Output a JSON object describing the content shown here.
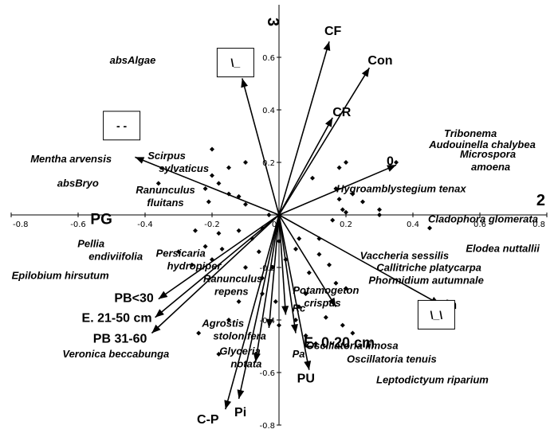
{
  "chart_data": {
    "type": "scatter",
    "title": "",
    "xlabel": "2",
    "ylabel": "3",
    "xlim": [
      -0.8,
      0.8
    ],
    "ylim": [
      -0.8,
      0.8
    ],
    "x_ticks": [
      "-0.8",
      "-0.6",
      "-0.4",
      "-0.2",
      "0",
      "0.2",
      "0.4",
      "0.6",
      "0.8"
    ],
    "y_ticks": [
      "-0.8",
      "-0.6",
      "-0.4",
      "-0.2",
      "0.2",
      "0.4",
      "0.6"
    ],
    "axis_label_x": "2",
    "axis_label_y": "3",
    "vectors": [
      {
        "label": "CF",
        "x": 0.15,
        "y": 0.66
      },
      {
        "label": "Con",
        "x": 0.27,
        "y": 0.56
      },
      {
        "label": "CR",
        "x": 0.16,
        "y": 0.37
      },
      {
        "label": "0",
        "x": 0.35,
        "y": 0.19
      },
      {
        "label": "Min",
        "x": 0.48,
        "y": -0.34
      },
      {
        "label": "E. 0-20 cm",
        "x": 0.05,
        "y": -0.45
      },
      {
        "label": "PU",
        "x": 0.09,
        "y": -0.59
      },
      {
        "label": "Pi",
        "x": -0.12,
        "y": -0.7
      },
      {
        "label": "C-P",
        "x": -0.16,
        "y": -0.74
      },
      {
        "label": "PB<30",
        "x": -0.36,
        "y": -0.32
      },
      {
        "label": "E. 21-50 cm",
        "x": -0.37,
        "y": -0.39
      },
      {
        "label": "PB 31-60",
        "x": -0.38,
        "y": -0.45
      },
      {
        "label": "PG",
        "x": -0.43,
        "y": 0.22
      },
      {
        "label": "",
        "x": -0.11,
        "y": 0.52
      },
      {
        "label": "",
        "x": 0.17,
        "y": -0.35
      },
      {
        "label": "",
        "x": 0.02,
        "y": -0.38
      },
      {
        "label": "",
        "x": -0.03,
        "y": -0.43
      },
      {
        "label": "",
        "x": -0.07,
        "y": -0.56
      }
    ],
    "species": [
      {
        "label": "absAlgae",
        "x": -0.32,
        "y": 0.54
      },
      {
        "label": "Tribonema",
        "x": 0.55,
        "y": 0.26
      },
      {
        "label": "Audouinella chalybea",
        "x": 0.46,
        "y": 0.23
      },
      {
        "label": "Microspora amoena",
        "x": 0.55,
        "y": 0.2
      },
      {
        "label": "Mentha arvensis",
        "x": -0.49,
        "y": 0.2
      },
      {
        "label": "Scirpus sylvaticus",
        "x": -0.34,
        "y": 0.17
      },
      {
        "label": "absBryo",
        "x": -0.51,
        "y": 0.12
      },
      {
        "label": "Hygroamblystegium tenax",
        "x": 0.3,
        "y": 0.02
      },
      {
        "label": "Cladophora glomerata",
        "x": 0.45,
        "y": -0.01
      },
      {
        "label": "Ranunculus fluitans",
        "x": -0.28,
        "y": 0.04
      },
      {
        "label": "Pellia endiviifolia",
        "x": -0.44,
        "y": -0.05
      },
      {
        "label": "Elodea nuttallii",
        "x": 0.62,
        "y": -0.08
      },
      {
        "label": "Persicaria hydropiper",
        "x": -0.32,
        "y": -0.11
      },
      {
        "label": "Vaccheria sessilis",
        "x": 0.38,
        "y": -0.15
      },
      {
        "label": "Callitriche platycarpa",
        "x": 0.42,
        "y": -0.19
      },
      {
        "label": "Epilobium hirsutum",
        "x": -0.47,
        "y": -0.22
      },
      {
        "label": "Phormidium autumnale",
        "x": 0.42,
        "y": -0.22
      },
      {
        "label": "Ranunculus repens",
        "x": -0.15,
        "y": -0.28
      },
      {
        "label": "Potamogeton crispus",
        "x": 0.27,
        "y": -0.33
      },
      {
        "label": "Rc",
        "x": 0.03,
        "y": -0.35
      },
      {
        "label": "Agrostis stolonifera",
        "x": -0.13,
        "y": -0.39
      },
      {
        "label": "Oscillatoria limosa",
        "x": 0.2,
        "y": -0.48
      },
      {
        "label": "Pa",
        "x": 0.03,
        "y": -0.53
      },
      {
        "label": "Veronica beccabunga",
        "x": -0.28,
        "y": -0.5
      },
      {
        "label": "Glyceria notata",
        "x": -0.03,
        "y": -0.55
      },
      {
        "label": "Oscillatoria tenuis",
        "x": 0.35,
        "y": -0.52
      },
      {
        "label": "Leptodictyum riparium",
        "x": 0.3,
        "y": -0.61
      }
    ],
    "points": [
      [
        -0.2,
        0.25
      ],
      [
        -0.15,
        0.18
      ],
      [
        -0.1,
        0.2
      ],
      [
        -0.2,
        0.15
      ],
      [
        -0.18,
        0.12
      ],
      [
        -0.22,
        0.1
      ],
      [
        -0.21,
        0.05
      ],
      [
        -0.15,
        0.08
      ],
      [
        -0.12,
        0.07
      ],
      [
        -0.1,
        0.04
      ],
      [
        0.18,
        0.18
      ],
      [
        0.2,
        0.2
      ],
      [
        0.17,
        0.1
      ],
      [
        0.18,
        0.06
      ],
      [
        0.22,
        0.08
      ],
      [
        0.25,
        0.05
      ],
      [
        0.19,
        0.02
      ],
      [
        0.35,
        0.2
      ],
      [
        0.3,
        0.02
      ],
      [
        0.16,
        -0.02
      ],
      [
        0.45,
        -0.05
      ],
      [
        -0.05,
        -0.05
      ],
      [
        -0.08,
        -0.09
      ],
      [
        -0.12,
        -0.06
      ],
      [
        -0.18,
        -0.07
      ],
      [
        -0.22,
        -0.12
      ],
      [
        -0.25,
        -0.06
      ],
      [
        -0.17,
        -0.13
      ],
      [
        -0.2,
        -0.17
      ],
      [
        -0.26,
        -0.19
      ],
      [
        -0.3,
        -0.14
      ],
      [
        -0.06,
        -0.14
      ],
      [
        -0.1,
        -0.2
      ],
      [
        -0.05,
        -0.24
      ],
      [
        -0.02,
        -0.2
      ],
      [
        0.02,
        -0.17
      ],
      [
        0.06,
        -0.09
      ],
      [
        0.05,
        -0.13
      ],
      [
        0.09,
        -0.22
      ],
      [
        0.12,
        -0.15
      ],
      [
        0.15,
        -0.19
      ],
      [
        0.17,
        -0.26
      ],
      [
        0.2,
        -0.28
      ],
      [
        0.08,
        -0.3
      ],
      [
        -0.05,
        -0.3
      ],
      [
        -0.01,
        -0.33
      ],
      [
        -0.12,
        -0.33
      ],
      [
        -0.15,
        -0.4
      ],
      [
        0.0,
        -0.42
      ],
      [
        0.05,
        -0.4
      ],
      [
        0.08,
        -0.46
      ],
      [
        0.11,
        -0.49
      ],
      [
        0.14,
        -0.39
      ],
      [
        0.19,
        -0.42
      ],
      [
        0.22,
        -0.45
      ],
      [
        -0.24,
        -0.45
      ],
      [
        -0.18,
        -0.53
      ],
      [
        0.06,
        -0.35
      ],
      [
        0.3,
        0.0
      ],
      [
        0.1,
        0.14
      ],
      [
        -0.36,
        0.12
      ],
      [
        -0.03,
        0.0
      ],
      [
        0.0,
        -0.1
      ],
      [
        0.2,
        0.01
      ],
      [
        0.12,
        -0.09
      ]
    ],
    "boxes": [
      {
        "x": -0.13,
        "y": 0.58,
        "symbol": "\\_"
      },
      {
        "x": -0.47,
        "y": 0.34,
        "symbol": "- -"
      },
      {
        "x": 0.47,
        "y": -0.38,
        "symbol": "\\_\\"
      }
    ],
    "grid": false,
    "legend": "none"
  }
}
